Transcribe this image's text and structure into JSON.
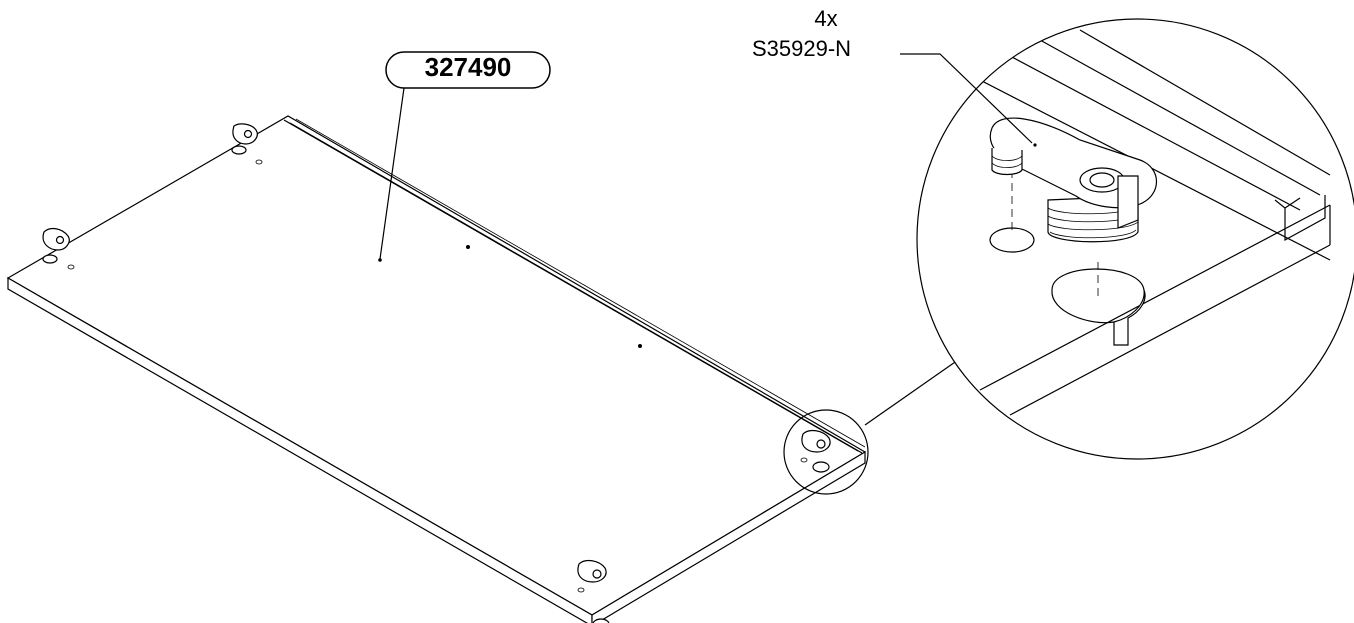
{
  "diagram": {
    "part_number": "327490",
    "hardware": {
      "quantity": "4x",
      "code": "S35929-N"
    }
  }
}
